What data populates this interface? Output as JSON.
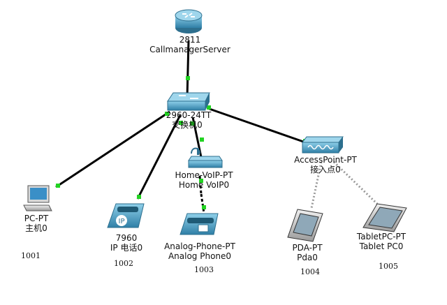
{
  "colors": {
    "link": "#000000",
    "wireless_link": "#888888",
    "link_up": "#1ecc1e",
    "device_blue": "#4aa3c8",
    "device_dark": "#2f6f8f"
  },
  "devices": {
    "router": {
      "model": "2811",
      "name": "CallmanagerServer",
      "icon": "router-icon"
    },
    "switch": {
      "model": "2960-24TT",
      "name": "交换机0",
      "icon": "switch-icon"
    },
    "pc": {
      "model": "PC-PT",
      "name": "主机0",
      "icon": "pc-icon"
    },
    "ip_phone": {
      "model": "7960",
      "name": "IP 电话0",
      "icon": "ip-phone-icon"
    },
    "home_voip": {
      "model": "Home-VoIP-PT",
      "name": "Home VoIP0",
      "icon": "home-voip-icon"
    },
    "analog_phone": {
      "model": "Analog-Phone-PT",
      "name": "Analog Phone0",
      "icon": "analog-phone-icon"
    },
    "access_point": {
      "model": "AccessPoint-PT",
      "name": "接入点0",
      "icon": "access-point-icon"
    },
    "pda": {
      "model": "PDA-PT",
      "name": "Pda0",
      "icon": "pda-icon"
    },
    "tablet": {
      "model": "TabletPC-PT",
      "name": "Tablet PC0",
      "icon": "tablet-icon"
    }
  },
  "numbers": {
    "pc": "1001",
    "ip_phone": "1002",
    "analog_phone": "1003",
    "pda": "1004",
    "tablet": "1005"
  }
}
